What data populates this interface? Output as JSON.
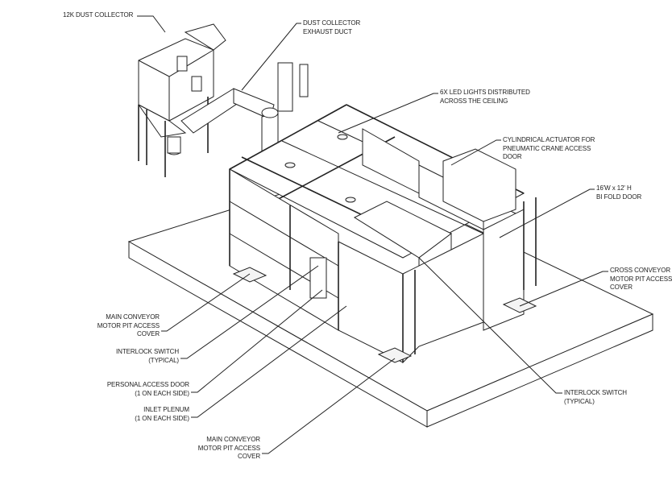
{
  "drawing": {
    "labels": {
      "dust_collector": [
        "12K DUST COLLECTOR"
      ],
      "exhaust_duct": [
        "DUST COLLECTOR",
        "EXHAUST DUCT"
      ],
      "led_lights": [
        "6X LED LIGHTS DISTRIBUTED",
        "ACROSS THE CEILING"
      ],
      "actuator": [
        "CYLINDRICAL ACTUATOR FOR",
        "PNEUMATIC CRANE ACCESS",
        "DOOR"
      ],
      "bifold_door": [
        "16'W x 12' H",
        "BI FOLD DOOR"
      ],
      "cross_conveyor_cover": [
        "CROSS CONVEYOR",
        "MOTOR PIT ACCESS",
        "COVER"
      ],
      "main_conveyor_cover_1": [
        "MAIN CONVEYOR",
        "MOTOR PIT ACCESS",
        "COVER"
      ],
      "interlock_switch_left": [
        "INTERLOCK SWITCH",
        "(TYPICAL)"
      ],
      "personal_access_door": [
        "PERSONAL ACCESS DOOR",
        "(1 ON EACH SIDE)"
      ],
      "inlet_plenum": [
        "INLET PLENUM",
        "(1 ON EACH SIDE)"
      ],
      "main_conveyor_cover_2": [
        "MAIN CONVEYOR",
        "MOTOR PIT ACCESS",
        "COVER"
      ],
      "interlock_switch_right": [
        "INTERLOCK SWITCH",
        "(TYPICAL)"
      ]
    }
  }
}
